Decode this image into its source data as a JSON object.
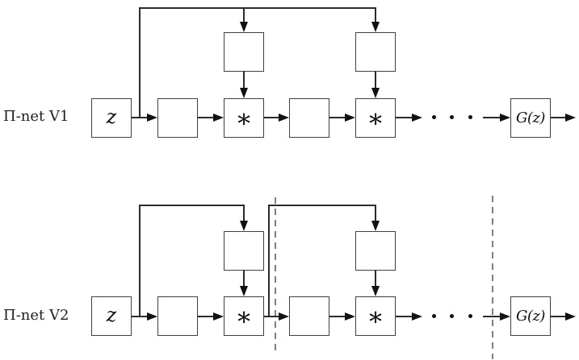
{
  "figure": {
    "v1": {
      "label": "Π-net V1"
    },
    "v2": {
      "label": "Π-net V2"
    },
    "symbols": {
      "input": "z",
      "product": "∗",
      "output": "G(z)",
      "ellipsis_dots": 3
    },
    "colors": {
      "background": "#ffffff",
      "line": "#2b2b2b",
      "box_border": "#3f3f3f",
      "arrowhead": "#111111",
      "dashed_separator": "#7f7f7f"
    }
  }
}
